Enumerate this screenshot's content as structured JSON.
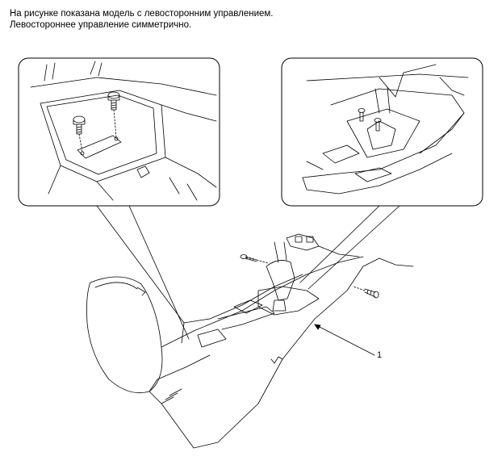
{
  "note": {
    "line1": "На рисунке показана модель с левосторонним управлением.",
    "line2": "Левостороннее управление симметрично."
  },
  "callout": {
    "number": "1"
  },
  "colors": {
    "line": "#000000",
    "background": "#ffffff"
  },
  "figure": {
    "left_detail": "bolt-detail-console-rear",
    "right_detail": "bolt-detail-shift-lever-area",
    "main": "center-console-assembly"
  }
}
